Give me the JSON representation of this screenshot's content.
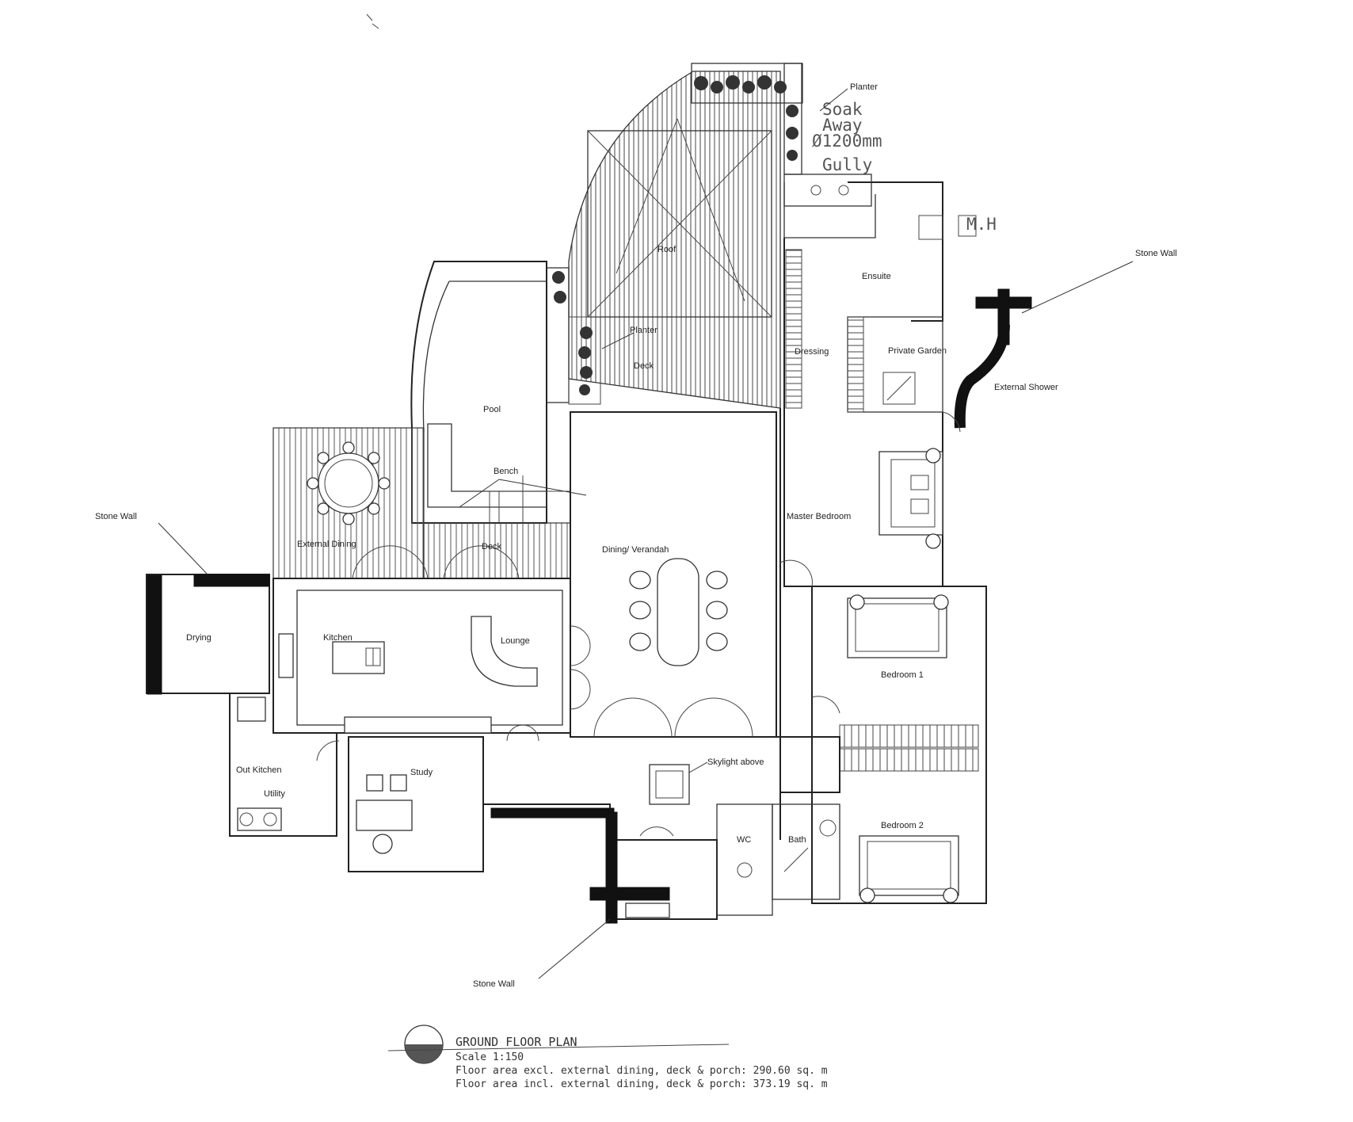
{
  "rooms": {
    "pool": "Pool",
    "bench": "Bench",
    "dining_verandah": "Dining/ Verandah",
    "kitchen": "Kitchen",
    "lounge": "Lounge",
    "drying": "Drying",
    "out_kitchen": "Out Kitchen",
    "utility": "Utility",
    "study": "Study",
    "skylight": "Skylight above",
    "bath": "Bath",
    "wc": "WC",
    "master_bedroom": "Master Bedroom",
    "bedroom_1": "Bedroom 1",
    "bedroom_2": "Bedroom 2",
    "ensuite": "Ensuite",
    "dressing": "Dressing",
    "private_garden": "Private Garden",
    "external_shower": "External Shower",
    "planter_top": "Planter",
    "planter_mid": "Planter",
    "deck": "Deck",
    "roof": "Roof",
    "ext_dining": "External Dining",
    "deck_lower": "Deck"
  },
  "callouts": {
    "stone_wall_left": "Stone Wall",
    "stone_wall_right": "Stone Wall",
    "stone_wall_bottom": "Stone Wall",
    "soak_away_1": "Soak",
    "soak_away_2": "Away",
    "soak_away_3": "Ø1200mm",
    "gully": "Gully",
    "mh": "M.H"
  },
  "title_block": {
    "title": "GROUND FLOOR PLAN",
    "scale": "Scale 1:150",
    "area_excl": "Floor area excl. external dining, deck & porch: 290.60 sq. m",
    "area_incl": "Floor area incl. external dining, deck & porch: 373.19 sq. m"
  }
}
